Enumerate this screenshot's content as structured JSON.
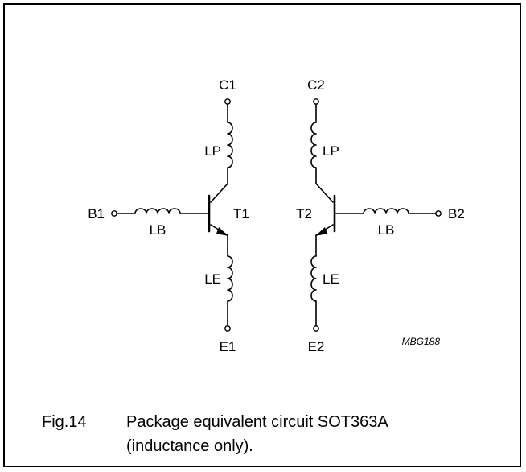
{
  "diagram": {
    "code": "MBG188",
    "left": {
      "collector": "C1",
      "base": "B1",
      "emitter": "E1",
      "transistor": "T1",
      "lp": "LP",
      "lb": "LB",
      "le": "LE"
    },
    "right": {
      "collector": "C2",
      "base": "B2",
      "emitter": "E2",
      "transistor": "T2",
      "lp": "LP",
      "lb": "LB",
      "le": "LE"
    }
  },
  "caption": {
    "number": "Fig.14",
    "line1": "Package equivalent circuit SOT363A",
    "line2": "(inductance only)."
  }
}
